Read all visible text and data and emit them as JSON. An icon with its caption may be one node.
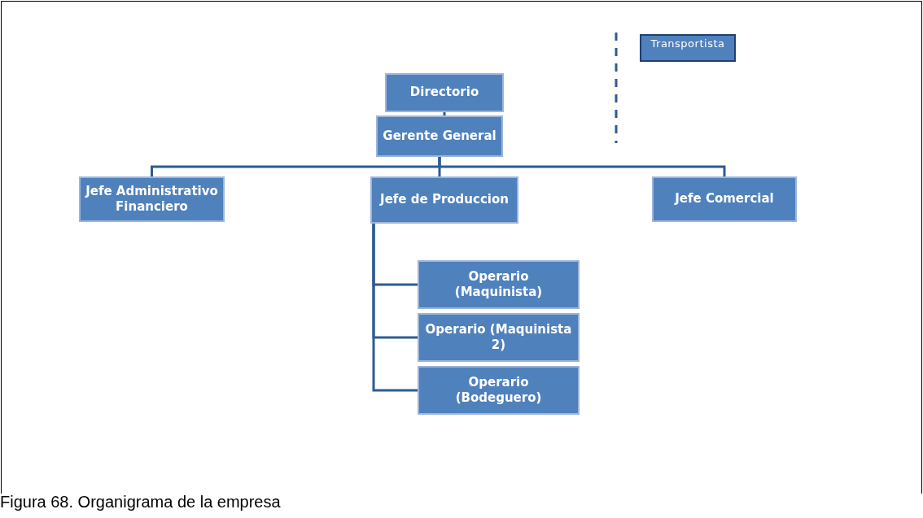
{
  "diagram": {
    "caption": "Figura 68. Organigrama de la empresa",
    "nodes": [
      {
        "text": [
          "Directorio"
        ]
      },
      {
        "text": [
          "Gerente General"
        ]
      },
      {
        "text": [
          "Transportista"
        ]
      },
      {
        "text": [
          "Jefe Administrativo Financiero"
        ]
      },
      {
        "text": [
          "Jefe de Produccion"
        ]
      },
      {
        "text": [
          "Jefe Comercial"
        ]
      },
      {
        "text": [
          "Operario (Maquinista)"
        ]
      },
      {
        "text": [
          "Operario (Maquinista 2)"
        ]
      },
      {
        "text": [
          "Operario (Bodeguero)"
        ]
      }
    ],
    "edges": [
      {
        "from": 0,
        "to": 1,
        "arrow": "none"
      },
      {
        "from": 1,
        "to": 3,
        "arrow": "none"
      },
      {
        "from": 1,
        "to": 4,
        "arrow": "none"
      },
      {
        "from": 1,
        "to": 5,
        "arrow": "none"
      },
      {
        "from": 4,
        "to": 6,
        "arrow": "none"
      },
      {
        "from": 4,
        "to": 7,
        "arrow": "none"
      },
      {
        "from": 4,
        "to": 8,
        "arrow": "none"
      }
    ]
  }
}
